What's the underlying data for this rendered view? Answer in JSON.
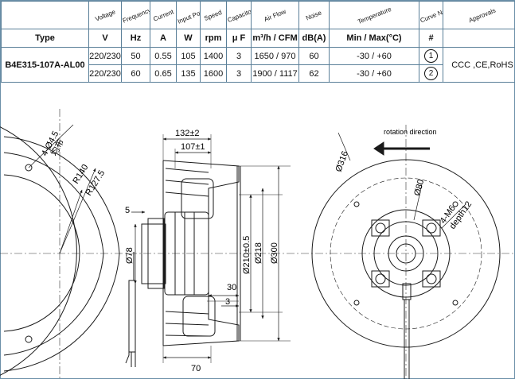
{
  "table": {
    "header_labels": [
      "Voltage",
      "Frequency",
      "Current",
      "Input Power",
      "Speed",
      "Capacitor",
      "Air Flow",
      "Noise",
      "Temperature",
      "Curve No.",
      "Approvals"
    ],
    "units": [
      "Type",
      "V",
      "Hz",
      "A",
      "W",
      "rpm",
      "μ F",
      "m³/h / CFM",
      "dB(A)",
      "Min / Max(°C)",
      "#",
      ""
    ],
    "model": "B4E315-107A-AL00",
    "rows": [
      {
        "voltage": "220/230",
        "hz": "50",
        "current": "0.55",
        "power": "105",
        "speed": "1400",
        "cap": "3",
        "airflow": "1650 / 970",
        "noise": "60",
        "temp": "-30 / +60",
        "curve": "1"
      },
      {
        "voltage": "220/230",
        "hz": "60",
        "current": "0.65",
        "power": "135",
        "speed": "1600",
        "cap": "3",
        "airflow": "1900 / 1117",
        "noise": "62",
        "temp": "-30 / +60",
        "curve": "2"
      }
    ],
    "approvals": "CCC ,CE,RoHS"
  },
  "drawing": {
    "left": {
      "holes": "4-Ø4.5",
      "holes_cn": "均布",
      "r1": "R140",
      "r2": "R127.5"
    },
    "side": {
      "d_132": "132±2",
      "d_107": "107±1",
      "d_5": "5",
      "d_78": "Ø78",
      "d_210": "Ø210±0.5",
      "d_218": "Ø218",
      "d_300": "Ø300",
      "d_30": "30",
      "d_3": "3",
      "d_70": "70"
    },
    "front": {
      "rotation": "rotation direction",
      "d_316": "Ø316",
      "d_80": "Ø80",
      "d_m6": "4-M6",
      "d_depth": "depth12"
    }
  },
  "colors": {
    "line": "#1a1a1a",
    "table_border": "#5a7f98",
    "frame": "#6b8fa8"
  }
}
